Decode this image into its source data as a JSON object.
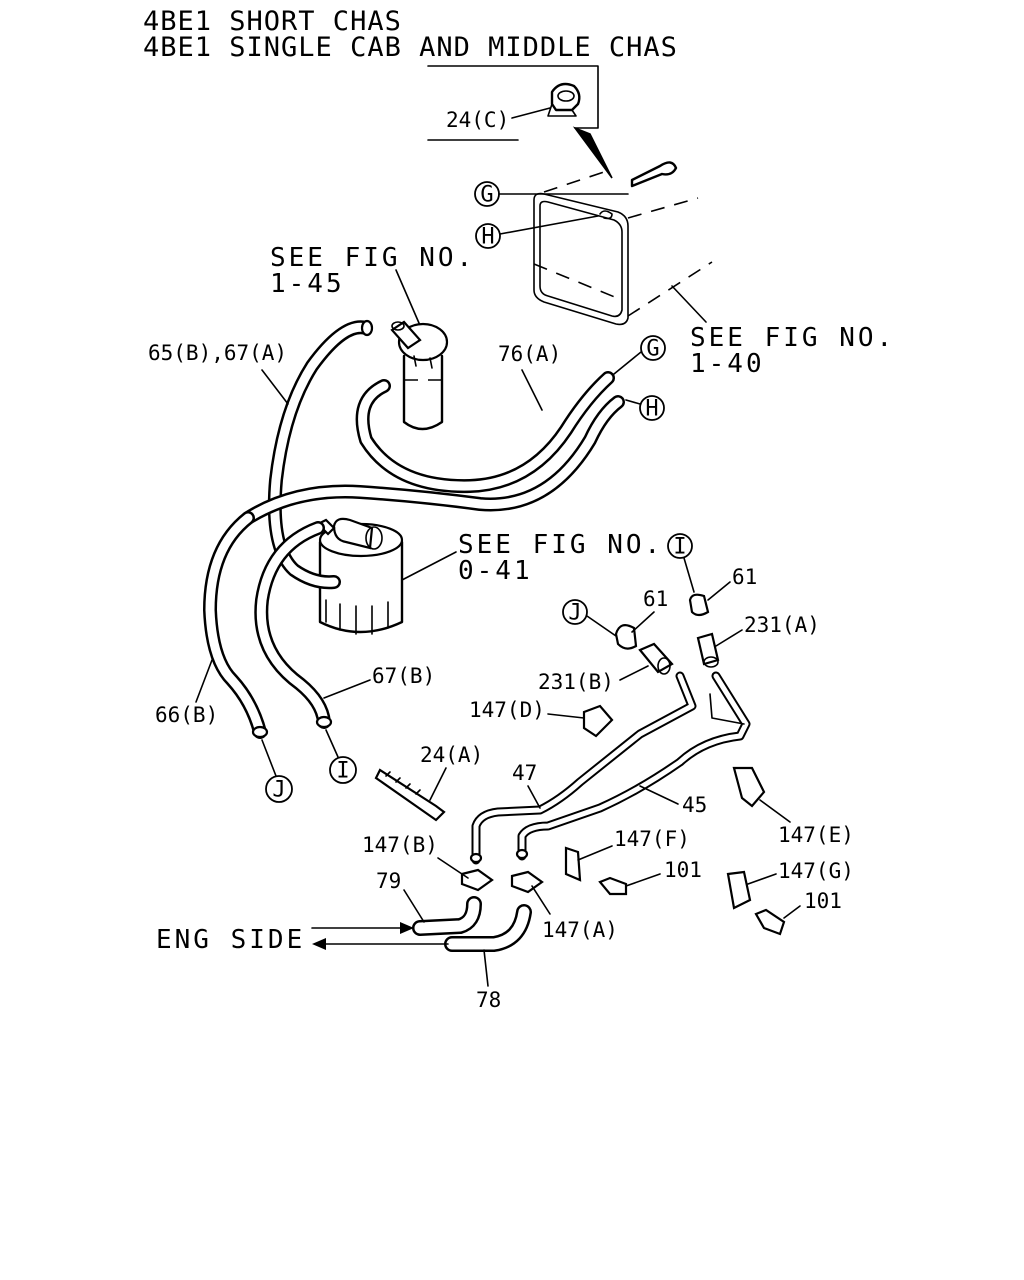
{
  "header": {
    "line1": "4BE1 SHORT CHAS",
    "line2": "4BE1 SINGLE CAB AND MIDDLE CHAS"
  },
  "inset": {
    "label": "24(C)"
  },
  "notes": {
    "fig145": {
      "line1": "SEE FIG NO.",
      "line2": "1-45"
    },
    "fig140": {
      "line1": "SEE FIG NO.",
      "line2": "1-40"
    },
    "fig041": {
      "line1": "SEE FIG NO.",
      "line2": "0-41"
    },
    "eng_side": "ENG SIDE"
  },
  "connectors": {
    "g1": "G",
    "h1": "H",
    "g2": "G",
    "h2": "H",
    "i1": "I",
    "j1": "J",
    "j2": "J",
    "i2": "I"
  },
  "parts": {
    "p65b67a": "65(B),67(A)",
    "p76a": "76(A)",
    "p67b": "67(B)",
    "p66b": "66(B)",
    "p61a": "61",
    "p61b": "61",
    "p231a": "231(A)",
    "p231b": "231(B)",
    "p147d": "147(D)",
    "p24a": "24(A)",
    "p47": "47",
    "p45": "45",
    "p147b": "147(B)",
    "p147f": "147(F)",
    "p101a": "101",
    "p147e": "147(E)",
    "p147g": "147(G)",
    "p101b": "101",
    "p79": "79",
    "p147a": "147(A)",
    "p78": "78"
  }
}
